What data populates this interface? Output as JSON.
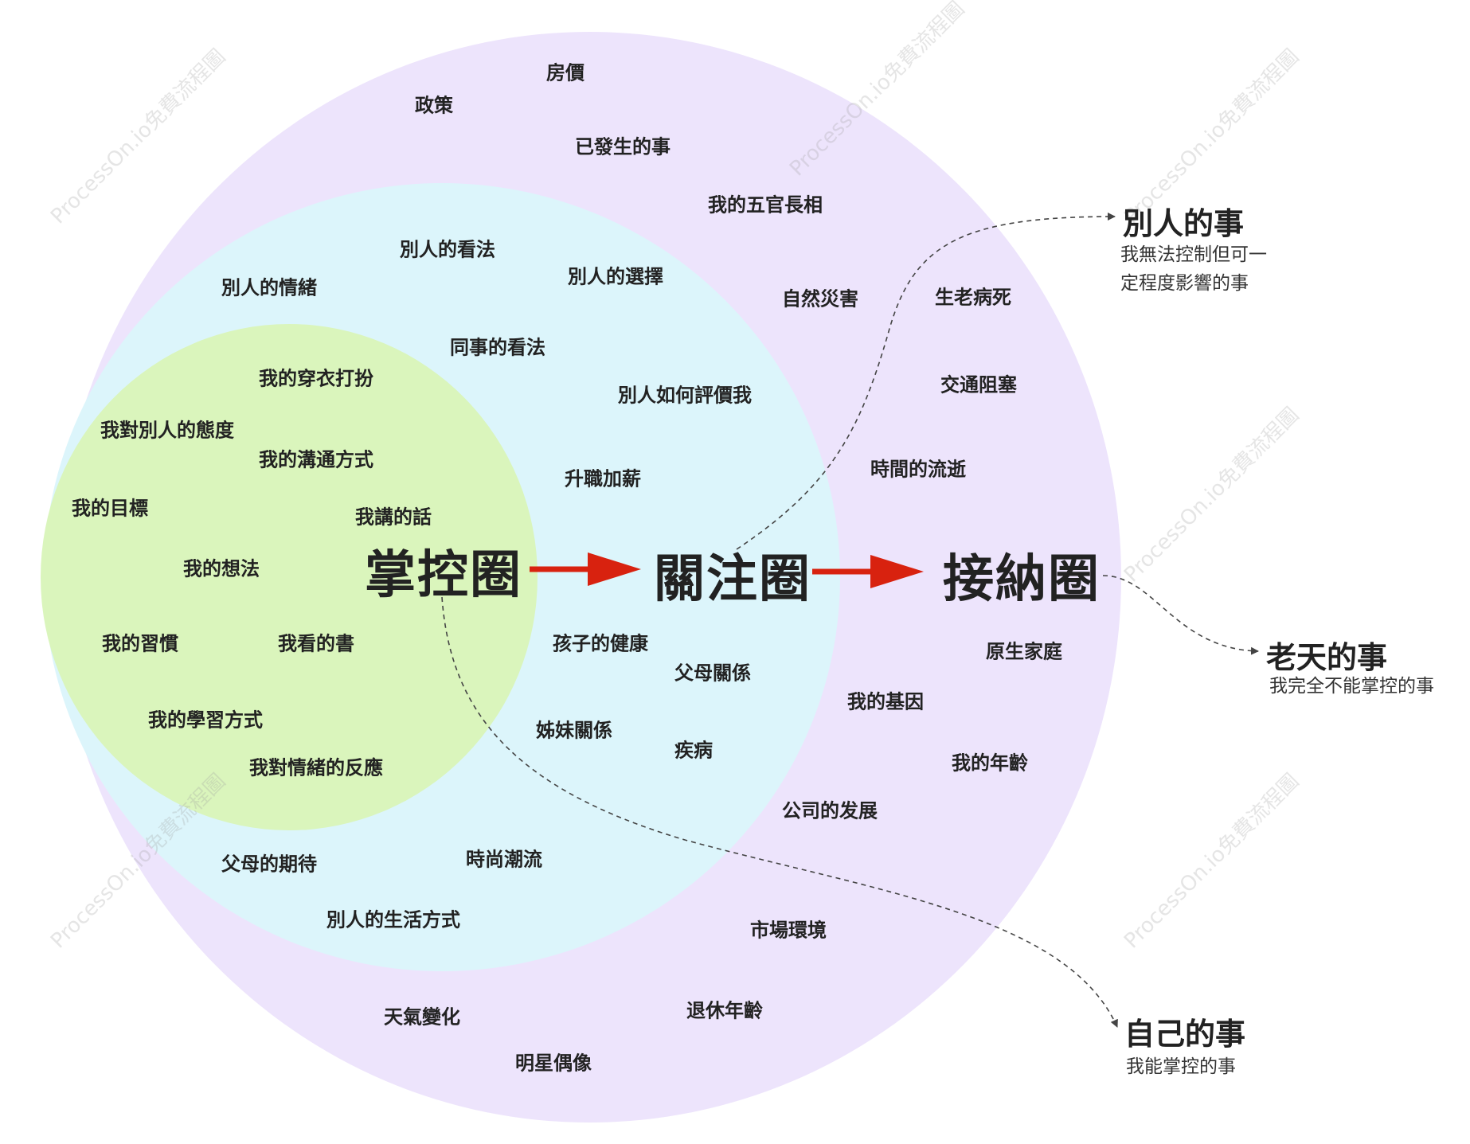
{
  "colors": {
    "accept_circle": "#ede4fc",
    "concern_circle": "#dcf5fb",
    "control_circle": "#daf5bc",
    "arrow": "#d8220f",
    "connector": "#444444"
  },
  "circles": {
    "control_title": "掌控圈",
    "concern_title": "關注圈",
    "accept_title": "接納圈"
  },
  "control_items": [
    "我的穿衣打扮",
    "我對別人的態度",
    "我的溝通方式",
    "我的目標",
    "我講的話",
    "我的想法",
    "我的習慣",
    "我看的書",
    "我的學習方式",
    "我對情緒的反應"
  ],
  "concern_items": [
    "別人的看法",
    "別人的選擇",
    "別人的情緒",
    "同事的看法",
    "別人如何評價我",
    "升職加薪",
    "孩子的健康",
    "父母關係",
    "姊妹關係",
    "疾病",
    "父母的期待",
    "時尚潮流",
    "別人的生活方式"
  ],
  "accept_items": [
    "房價",
    "政策",
    "已發生的事",
    "我的五官長相",
    "自然災害",
    "生老病死",
    "交通阻塞",
    "時間的流逝",
    "原生家庭",
    "我的基因",
    "我的年齡",
    "公司的发展",
    "市場環境",
    "退休年齡",
    "天氣變化",
    "明星偶像"
  ],
  "legend": {
    "others": {
      "title": "別人的事",
      "desc_line1": "我無法控制但可一",
      "desc_line2": "定程度影響的事"
    },
    "heaven": {
      "title": "老天的事",
      "desc": "我完全不能掌控的事"
    },
    "self": {
      "title": "自己的事",
      "desc": "我能掌控的事"
    }
  },
  "watermark": "ProcessOn.io免費流程圖"
}
